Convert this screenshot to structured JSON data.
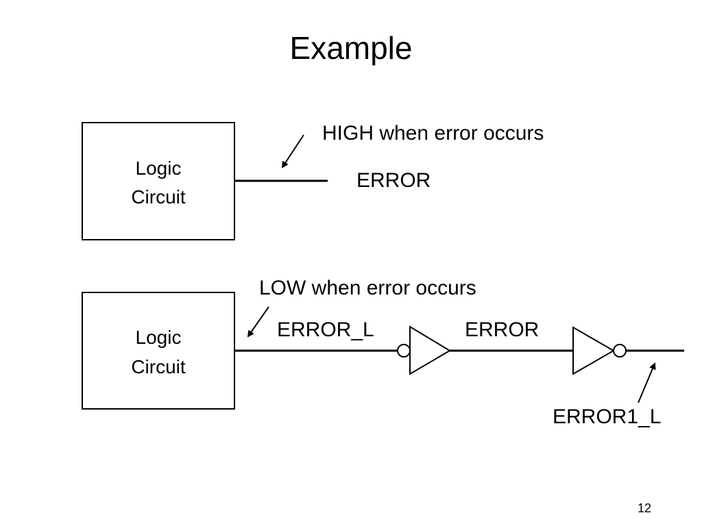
{
  "slide": {
    "title": "Example",
    "page_number": "12"
  },
  "top_circuit": {
    "box_line1": "Logic",
    "box_line2": "Circuit",
    "annotation": "HIGH when error occurs",
    "signal": "ERROR"
  },
  "bottom_circuit": {
    "box_line1": "Logic",
    "box_line2": "Circuit",
    "annotation": "LOW when error occurs",
    "signal_in": "ERROR_L",
    "signal_mid": "ERROR",
    "signal_out": "ERROR1_L"
  }
}
